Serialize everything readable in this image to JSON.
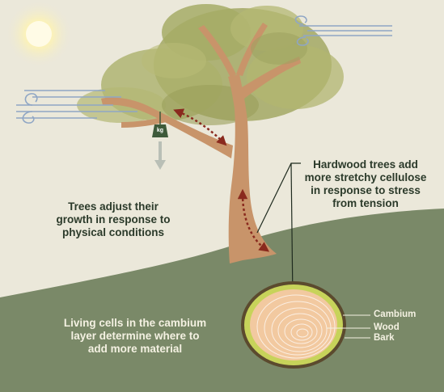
{
  "labels": {
    "main_caption": "Trees adjust their\ngrowth in response to\nphysical conditions",
    "hardwood_caption": "Hardwood trees add\nmore stretchy cellulose\nin response to stress\nfrom tension",
    "cambium_caption": "Living cells in the cambium\nlayer determine where to\nadd more material",
    "weight_label": "kg"
  },
  "legend": {
    "cambium": "Cambium",
    "wood": "Wood",
    "bark": "Bark"
  },
  "icons": [
    "sun-icon",
    "wind-icon",
    "weight-icon",
    "down-arrow-icon"
  ],
  "colors": {
    "sky": "#ebe8da",
    "ground": "#7a8968",
    "trunk": "#c8946a",
    "foliage": "#a8ad68",
    "tension_arrow": "#8a2a1e",
    "cambium_ring": "#c7d35a",
    "wood": "#f2c9a0",
    "bark": "#5b4a2e"
  }
}
